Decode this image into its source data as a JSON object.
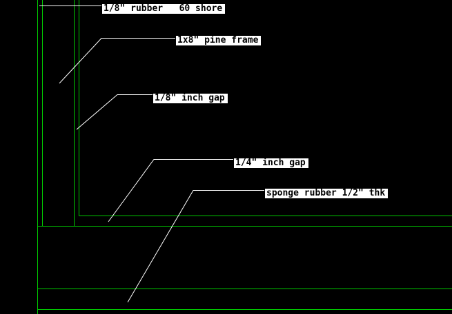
{
  "colors": {
    "background": "#000000",
    "frame_lines": "#00cc00",
    "leader_lines": "#ffffff",
    "label_bg": "#ffffff",
    "label_text": "#000000"
  },
  "callouts": [
    {
      "id": "rubber-60-shore",
      "text": "1/8\" rubber   60 shore"
    },
    {
      "id": "pine-frame",
      "text": "1x8\" pine frame"
    },
    {
      "id": "eighth-inch-gap",
      "text": "1/8\" inch gap"
    },
    {
      "id": "quarter-inch-gap",
      "text": "1/4\" inch gap"
    },
    {
      "id": "sponge-rubber",
      "text": "sponge rubber 1/2\" thk"
    }
  ]
}
